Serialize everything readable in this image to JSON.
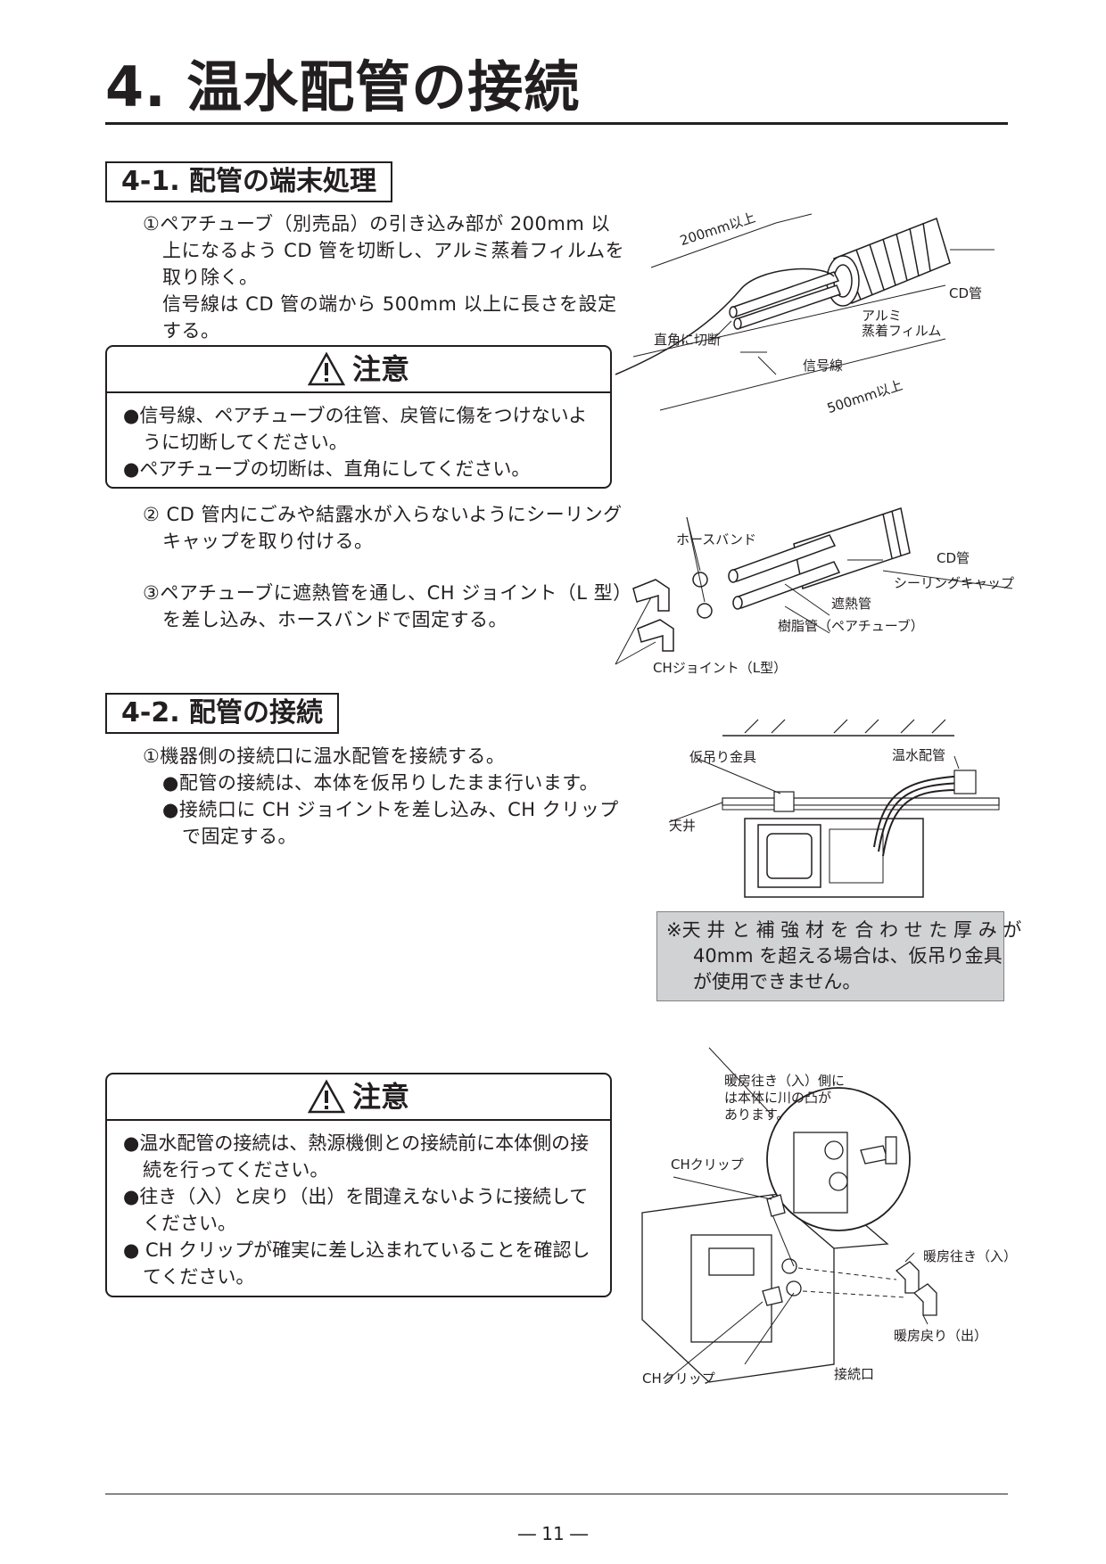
{
  "title": "4.  温水配管の接続",
  "section1": {
    "heading": "4-1.  配管の端末処理",
    "step1_lines": [
      "①ペアチューブ（別売品）の引き込み部が 200mm 以",
      "上になるよう CD 管を切断し、アルミ蒸着フィルムを",
      "取り除く。",
      "信号線は CD 管の端から 500mm 以上に長さを設定",
      "する。"
    ],
    "caution": {
      "title": "注意",
      "items": [
        "●信号線、ペアチューブの往管、戻管に傷をつけないよ",
        "うに切断してください。",
        "●ペアチューブの切断は、直角にしてください。"
      ]
    },
    "step2_lines": [
      "② CD 管内にごみや結露水が入らないようにシーリング",
      "キャップを取り付ける。"
    ],
    "step3_lines": [
      "③ペアチューブに遮熱管を通し、CH ジョイント（L 型）",
      "を差し込み、ホースバンドで固定する。"
    ],
    "diagram1": {
      "label_200": "200mm以上",
      "label_cd": "CD管",
      "label_alumi_1": "アルミ",
      "label_alumi_2": "蒸着フィルム",
      "label_cut": "直角に切断",
      "label_signal": "信号線",
      "label_500": "500mm以上"
    },
    "diagram2": {
      "label_hoseband": "ホースバンド",
      "label_cd": "CD管",
      "label_seal": "シーリングキャップ",
      "label_shield": "遮熱管",
      "label_resin": "樹脂管（ペアチューブ）",
      "label_joint": "CHジョイント（L型）"
    }
  },
  "section2": {
    "heading": "4-2.  配管の接続",
    "lines": [
      "①機器側の接続口に温水配管を接続する。",
      "●配管の接続は、本体を仮吊りしたまま行います。",
      "●接続口に CH ジョイントを差し込み、CH クリップ",
      "で固定する。"
    ],
    "diagram3": {
      "label_hanger": "仮吊り金具",
      "label_pipe": "温水配管",
      "label_ceiling": "天井"
    },
    "note_lines": [
      "※天 井 と 補 強 材 を 合 わ せ た 厚 み が",
      "40mm を超える場合は、仮吊り金具",
      "が使用できません。"
    ],
    "caution": {
      "title": "注意",
      "items": [
        "●温水配管の接続は、熱源機側との接続前に本体側の接",
        "続を行ってください。",
        "●往き（入）と戻り（出）を間違えないように接続して",
        "ください。",
        "● CH クリップが確実に差し込まれていることを確認し",
        "てください。"
      ]
    },
    "diagram4": {
      "label_note_1": "暖房往き（入）側に",
      "label_note_2": "は本体に川の凸が",
      "label_note_3": "あります。",
      "label_clip_top": "CHクリップ",
      "label_supply": "暖房往き（入）",
      "label_return": "暖房戻り（出）",
      "label_clip_bottom": "CHクリップ",
      "label_port": "接続口"
    }
  },
  "page_number": "― 11 ―"
}
